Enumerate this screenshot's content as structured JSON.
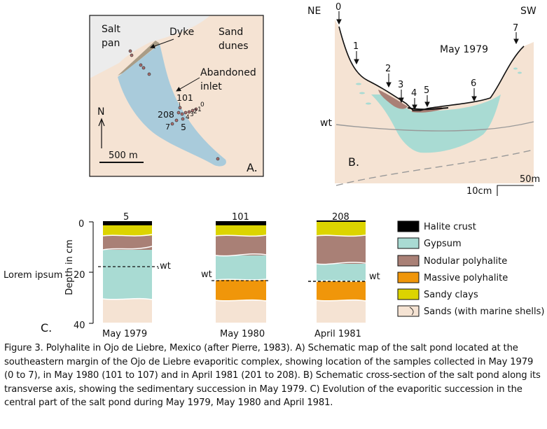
{
  "panel_a": {
    "label": "A.",
    "salt_pan": [
      "Salt",
      "pan"
    ],
    "dyke": "Dyke",
    "sand_dunes": [
      "Sand",
      "dunes"
    ],
    "abandoned_inlet": [
      "Abandoned",
      "inlet"
    ],
    "north": "N",
    "scale": "500 m",
    "samples": [
      "101",
      "208",
      "0",
      "1",
      "2",
      "3",
      "4",
      "5",
      "7"
    ]
  },
  "panel_b": {
    "label": "B.",
    "ne": "NE",
    "sw": "SW",
    "date": "May 1979",
    "wt": "wt",
    "points": [
      "0",
      "1",
      "2",
      "3",
      "4",
      "5",
      "6",
      "7"
    ],
    "scale_h": "50m",
    "scale_v": "10cm"
  },
  "panel_c": {
    "label": "C.",
    "y_axis_label": "Depth in cm",
    "y_ticks": [
      "0",
      "20",
      "40"
    ],
    "annotation": "Lorem ipsum",
    "columns": [
      {
        "id": "5",
        "date": "May 1979",
        "wt": ".wt"
      },
      {
        "id": "101",
        "date": "May 1980",
        "wt": "wt"
      },
      {
        "id": "208",
        "date": "April 1981",
        "wt": "wt"
      }
    ]
  },
  "legend": [
    {
      "label": "Halite crust",
      "color": "#000000"
    },
    {
      "label": "Gypsum",
      "color": "#a9dbd3"
    },
    {
      "label": "Nodular polyhalite",
      "color": "#a98076"
    },
    {
      "label": "Massive polyhalite",
      "color": "#f0960a"
    },
    {
      "label": "Sandy clays",
      "color": "#dcd400"
    },
    {
      "label": "Sands (with marine shells)",
      "color": "#f5e3d3"
    }
  ],
  "caption": "Figure 3. Polyhalite in Ojo de Liebre, Mexico (after Pierre, 1983). A) Schematic map of the salt pond located at the southeastern margin of the Ojo de Liebre evaporitic complex, showing location of the samples collected in May 1979 (0 to 7), in May 1980 (101 to 107) and in April 1981 (201 to 208). B) Schematic cross-section of the salt pond along its transverse axis, showing the sedimentary succession in May 1979. C) Evolution of the evaporitic succession in the central part of the salt pond during May 1979, May 1980 and April 1981."
}
